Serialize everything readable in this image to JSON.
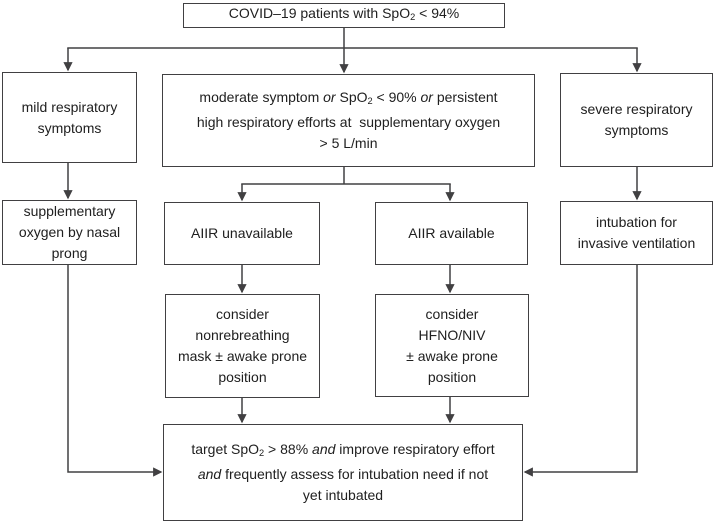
{
  "meta": {
    "title": "COVID-19 respiratory management flowchart"
  },
  "colors": {
    "line": "#414042",
    "box_border": "#414042",
    "text": "#202020",
    "background": "#ffffff"
  },
  "nodes": {
    "root": {
      "lines": [
        [
          {
            "t": "COVID–19 patients with SpO"
          },
          {
            "t": "2",
            "s": "sub"
          },
          {
            "t": " < 94%"
          }
        ]
      ]
    },
    "mild": {
      "lines": [
        [
          {
            "t": "mild respiratory"
          }
        ],
        [
          {
            "t": "symptoms"
          }
        ]
      ]
    },
    "moderate": {
      "lines": [
        [
          {
            "t": "moderate symptom "
          },
          {
            "t": "or",
            "s": "i"
          },
          {
            "t": " SpO"
          },
          {
            "t": "2",
            "s": "sub"
          },
          {
            "t": " < 90% "
          },
          {
            "t": "or",
            "s": "i"
          },
          {
            "t": " persistent"
          }
        ],
        [
          {
            "t": "high respiratory efforts at  supplementary oxygen"
          }
        ],
        [
          {
            "t": "> 5 L/min"
          }
        ]
      ]
    },
    "severe": {
      "lines": [
        [
          {
            "t": "severe respiratory"
          }
        ],
        [
          {
            "t": "symptoms"
          }
        ]
      ]
    },
    "suppl_oxygen": {
      "lines": [
        [
          {
            "t": "supplementary"
          }
        ],
        [
          {
            "t": "oxygen by nasal"
          }
        ],
        [
          {
            "t": "prong"
          }
        ]
      ]
    },
    "aiir_unavailable": {
      "lines": [
        [
          {
            "t": "AIIR unavailable"
          }
        ]
      ]
    },
    "aiir_available": {
      "lines": [
        [
          {
            "t": "AIIR available"
          }
        ]
      ]
    },
    "intubation": {
      "lines": [
        [
          {
            "t": "intubation for"
          }
        ],
        [
          {
            "t": "invasive ventilation"
          }
        ]
      ]
    },
    "nonrebreathing": {
      "lines": [
        [
          {
            "t": "consider"
          }
        ],
        [
          {
            "t": "nonrebreathing"
          }
        ],
        [
          {
            "t": "mask ± awake prone"
          }
        ],
        [
          {
            "t": "position"
          }
        ]
      ]
    },
    "hfno_niv": {
      "lines": [
        [
          {
            "t": "consider"
          }
        ],
        [
          {
            "t": "HFNO/NIV"
          }
        ],
        [
          {
            "t": "± awake prone"
          }
        ],
        [
          {
            "t": "position"
          }
        ]
      ]
    },
    "target": {
      "lines": [
        [
          {
            "t": "target SpO"
          },
          {
            "t": "2",
            "s": "sub"
          },
          {
            "t": " > 88% "
          },
          {
            "t": "and",
            "s": "i"
          },
          {
            "t": " improve respiratory effort"
          }
        ],
        [
          {
            "t": "and",
            "s": "i"
          },
          {
            "t": " frequently assess for intubation need if not"
          }
        ],
        [
          {
            "t": "yet intubated"
          }
        ]
      ]
    },
    "edges": [
      {
        "from": "root",
        "to": "mild"
      },
      {
        "from": "root",
        "to": "moderate"
      },
      {
        "from": "root",
        "to": "severe"
      },
      {
        "from": "mild",
        "to": "suppl_oxygen"
      },
      {
        "from": "moderate",
        "to": "aiir_unavailable"
      },
      {
        "from": "moderate",
        "to": "aiir_available"
      },
      {
        "from": "severe",
        "to": "intubation"
      },
      {
        "from": "aiir_unavailable",
        "to": "nonrebreathing"
      },
      {
        "from": "aiir_available",
        "to": "hfno_niv"
      },
      {
        "from": "nonrebreathing",
        "to": "target"
      },
      {
        "from": "hfno_niv",
        "to": "target"
      },
      {
        "from": "suppl_oxygen",
        "to": "target"
      },
      {
        "from": "intubation",
        "to": "target"
      }
    ]
  }
}
